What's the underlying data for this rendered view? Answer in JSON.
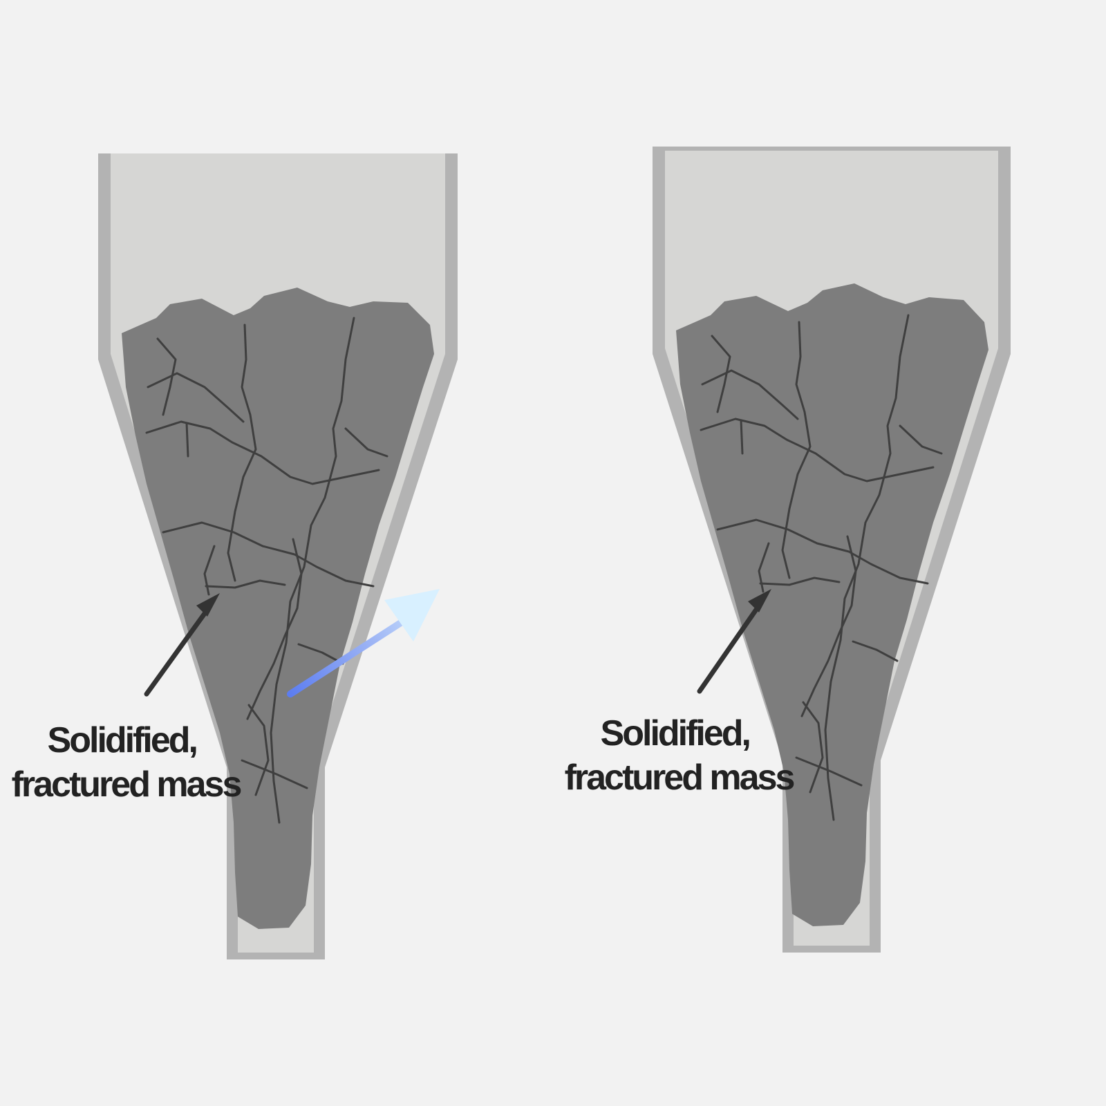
{
  "diagram": {
    "panels": [
      {
        "id": "left",
        "label_lines": [
          "Solidified,",
          "fractured mass"
        ]
      },
      {
        "id": "right",
        "label_lines": [
          "Solidified,",
          "fractured mass"
        ]
      }
    ],
    "colors": {
      "background": "#f2f2f2",
      "hopper_wall": "#b3b3b3",
      "hopper_interior": "#d6d6d4",
      "mass_fill": "#7d7d7d",
      "crack": "#3f3f3f",
      "leader_line": "#333333",
      "highlight_arrow_start": "#5b7cf0",
      "highlight_arrow_end": "#d8f0ff",
      "label_text": "#222222"
    }
  }
}
